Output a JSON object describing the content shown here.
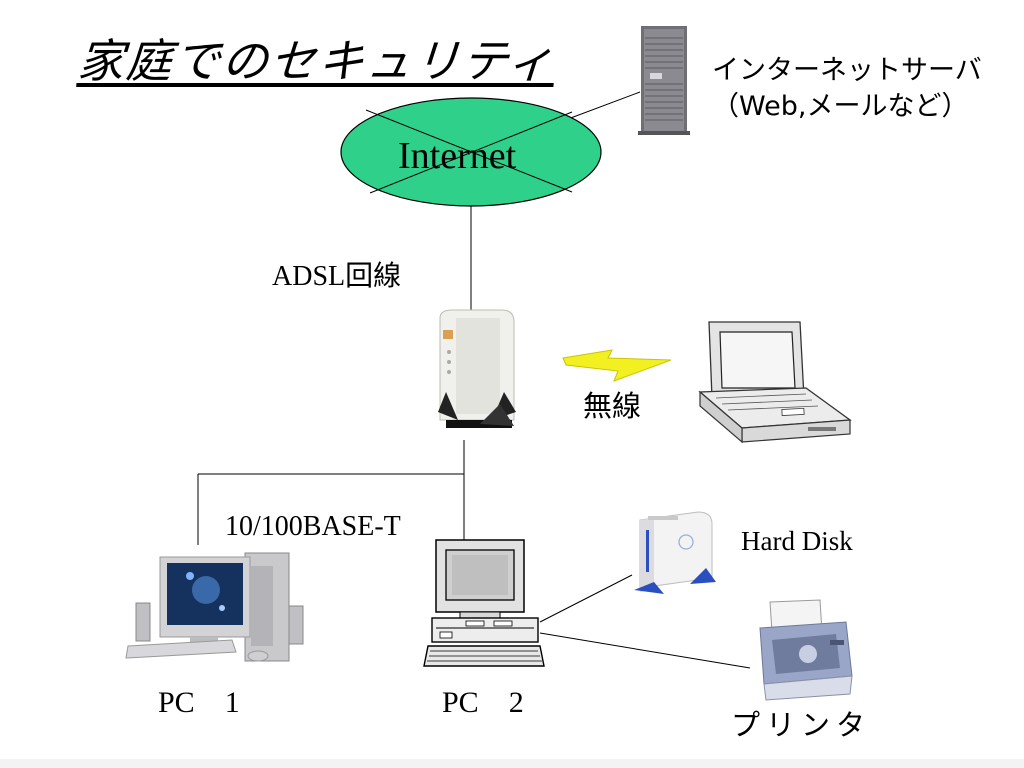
{
  "title": "家庭でのセキュリティ",
  "server": {
    "label_line1": "インターネットサーバ",
    "label_line2": "（Web,メールなど）"
  },
  "network": {
    "cloud_label": "Internet",
    "adsl_label": "ADSL回線",
    "wireless_label": "無線",
    "lan_label": "10/100BASE-T"
  },
  "devices": {
    "hard_disk": "Hard Disk",
    "pc1": "PC　1",
    "pc2": "PC　2",
    "printer": "プリンタ"
  },
  "colors": {
    "internet_fill": "#2fd089",
    "lightning": "#f3f022",
    "hdd_accent": "#2b4fbf",
    "printer_body": "#9aa6c8"
  }
}
